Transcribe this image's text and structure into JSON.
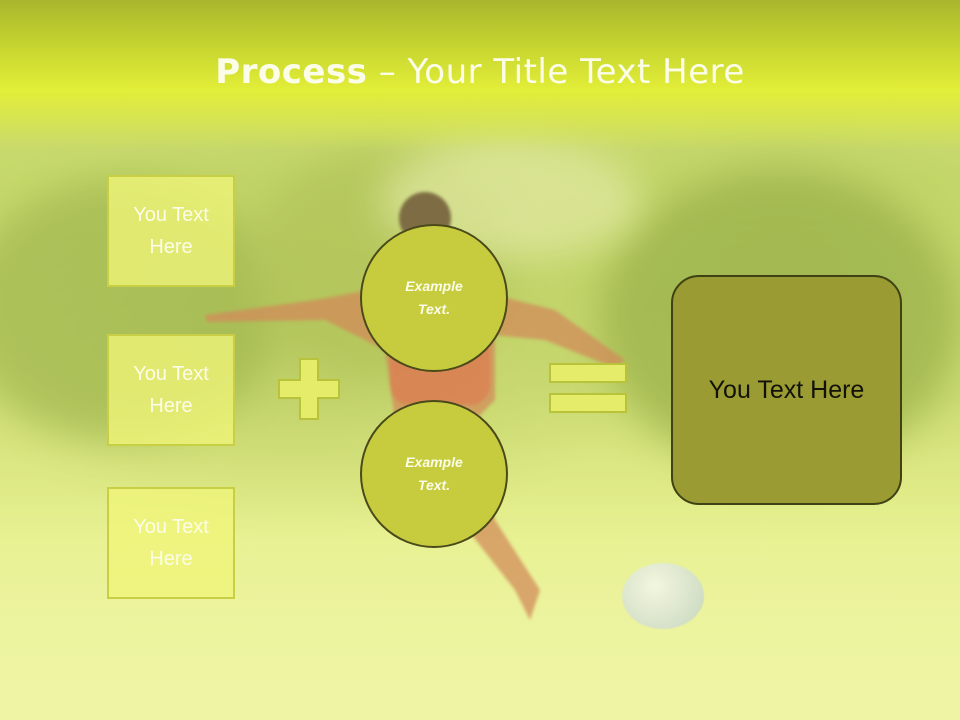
{
  "title": {
    "bold": "Process",
    "rest": " – Your Title Text Here"
  },
  "left_boxes": [
    {
      "line1": "You Text",
      "line2": "Here"
    },
    {
      "line1": "You Text",
      "line2": "Here"
    },
    {
      "line1": "You Text",
      "line2": "Here"
    }
  ],
  "circles": [
    {
      "line1": "Example",
      "line2": "Text."
    },
    {
      "line1": "Example",
      "line2": "Text."
    }
  ],
  "result": {
    "label": "You Text Here"
  },
  "colors": {
    "title_bar": "#e2ee38",
    "box_fill": "#f0f578",
    "circle_fill": "#c7cc3f",
    "result_fill": "#9a9b33"
  },
  "icons": [
    "plus-icon",
    "equals-icon",
    "soccer-ball-image"
  ]
}
